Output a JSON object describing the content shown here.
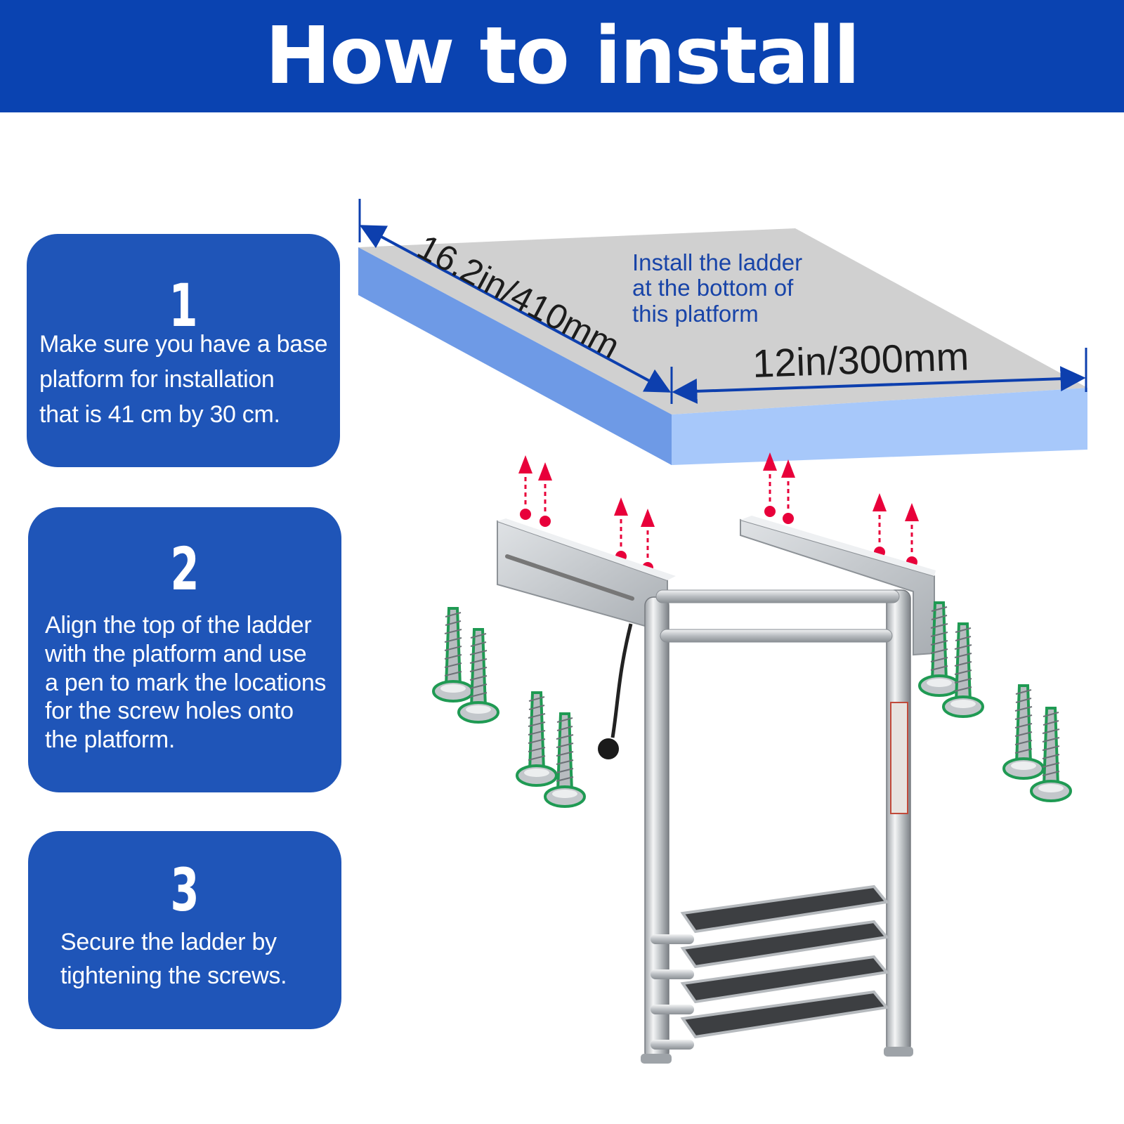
{
  "header": {
    "title": "How to install"
  },
  "steps": [
    {
      "number": "1",
      "text": "Make sure you have a base\nplatform for installation\nthat is 41 cm by 30 cm."
    },
    {
      "number": "2",
      "text": "Align the top of the ladder\nwith the platform and use\na pen to mark the locations\n for the screw holes onto\nthe platform."
    },
    {
      "number": "3",
      "text": "Secure the ladder by\ntightening the screws."
    }
  ],
  "illustration": {
    "length_label": "16.2in/410mm",
    "width_label": "12in/300mm",
    "note": "Install the ladder\nat the bottom of\nthis platform"
  },
  "colors": {
    "banner": "#0a43b1",
    "card": "#1f55b8",
    "arrow": "#e8003a",
    "screw_outline": "#1f9a53",
    "platform_top": "#d0d0d0",
    "platform_side": "#8fb4f0"
  }
}
